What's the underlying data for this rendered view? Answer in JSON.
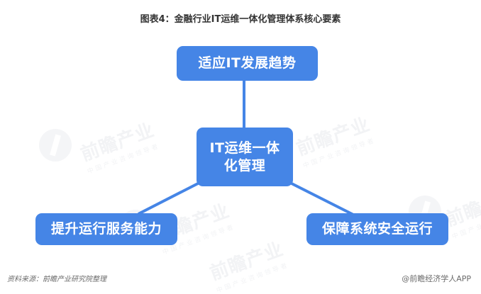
{
  "title": "图表4：金融行业IT运维一体化管理体系核心要素",
  "colors": {
    "node_fill": "#4585e6",
    "node_text": "#ffffff",
    "connector": "#4585e6",
    "title_text": "#333333",
    "footer_text": "#6b6b6b",
    "background": "#ffffff",
    "watermark": "#f2f3f5"
  },
  "diagram": {
    "type": "hub-and-spoke",
    "center": {
      "id": "center",
      "label": "IT运维一体化管理",
      "line1": "IT运维一体",
      "line2": "化管理"
    },
    "spokes": [
      {
        "id": "top",
        "label": "适应IT发展趋势",
        "position": "top"
      },
      {
        "id": "left",
        "label": "提升运行服务能力",
        "position": "bottom-left"
      },
      {
        "id": "right",
        "label": "保障系统安全运行",
        "position": "bottom-right"
      }
    ],
    "connectors": [
      {
        "from": "center",
        "to": "top"
      },
      {
        "from": "center",
        "to": "left"
      },
      {
        "from": "center",
        "to": "right"
      }
    ]
  },
  "footer": {
    "source": "资料来源：前瞻产业研究院整理",
    "app": "@前瞻经济学人APP"
  },
  "watermarks": [
    {
      "text": "前瞻产业",
      "sub": "中国产业咨询领导者"
    },
    {
      "text": "前瞻产业",
      "sub": "中国产业咨询领导者"
    },
    {
      "text": "前瞻产业",
      "sub": "中国产业咨询领导者"
    },
    {
      "text": "前瞻产业",
      "sub": "中国产业咨询领导者"
    },
    {
      "text": "前瞻产业",
      "sub": "中国产业咨询领导者"
    }
  ]
}
